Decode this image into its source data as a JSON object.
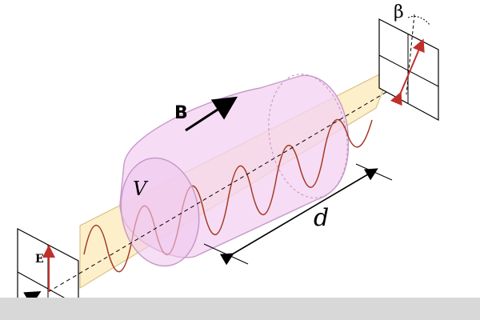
{
  "labels": {
    "field_b": "B",
    "volume_v": "V",
    "distance_d": "d",
    "rotation_beta": "β",
    "field_e": "E"
  },
  "colors": {
    "cylinder_fill": "#f3d3f2",
    "cylinder_stroke": "#c89ac8",
    "plane_fill": "#fbe9b8",
    "wave": "#a63a24",
    "polarization_arrow": "#c0302a"
  }
}
